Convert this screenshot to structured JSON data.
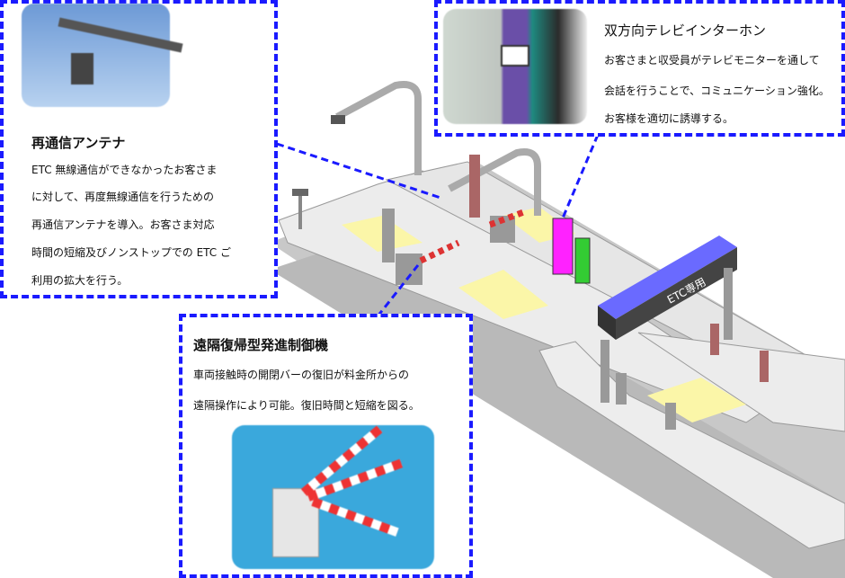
{
  "antenna": {
    "title": "再通信アンテナ",
    "lines": [
      "ETC 無線通信ができなかったお客さま",
      "に対して、再度無線通信を行うための",
      "再通信アンテナを導入。お客さま対応",
      "時間の短縮及びノンストップでの ETC ご",
      "利用の拡大を行う。"
    ]
  },
  "intercom": {
    "title": "双方向テレビインターホン",
    "lines": [
      "お客さまと収受員がテレビモニターを通して",
      "会話を行うことで、コミュニケーション強化。",
      "お客様を適切に誘導する。"
    ]
  },
  "barrier": {
    "title": "遠隔復帰型発進制御機",
    "lines": [
      "車両接触時の開閉バーの復旧が料金所からの",
      "遠隔操作により可能。復旧時間と短縮を図る。"
    ]
  },
  "canopy": {
    "label": "ETC専用"
  },
  "colors": {
    "dash": "#1a1aff",
    "canopy": "#6a6aff",
    "lane_mark": "#fbf6a8",
    "intercom": "#ff22ff",
    "booth": "#33cc33"
  }
}
